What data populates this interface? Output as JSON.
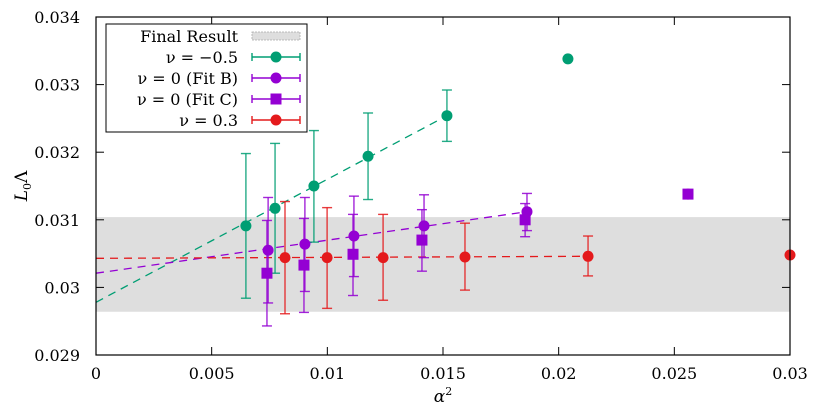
{
  "chart_data": {
    "type": "scatter",
    "title": "",
    "xlabel": "α²",
    "ylabel": "L₀Λ",
    "xlim": [
      0,
      0.03
    ],
    "ylim": [
      0.029,
      0.034
    ],
    "xticks": [
      0,
      0.005,
      0.01,
      0.015,
      0.02,
      0.025,
      0.03
    ],
    "xtick_labels": [
      "0",
      "0.005",
      "0.01",
      "0.015",
      "0.02",
      "0.025",
      "0.03"
    ],
    "yticks": [
      0.029,
      0.03,
      0.031,
      0.032,
      0.033,
      0.034
    ],
    "ytick_labels": [
      "0.029",
      "0.03",
      "0.031",
      "0.032",
      "0.033",
      "0.034"
    ],
    "grid": false,
    "legend_position": "upper left",
    "final_result_band": {
      "label": "Final Result",
      "ymin": 0.02964,
      "ymax": 0.03104,
      "color": "#dedede"
    },
    "series": [
      {
        "name": "ν = −0.5",
        "color": "#009e73",
        "marker": "circle",
        "points": [
          {
            "x": 0.00648,
            "y": 0.03091,
            "yerr_lo": 0.02984,
            "yerr_hi": 0.03198
          },
          {
            "x": 0.00774,
            "y": 0.03117,
            "yerr_lo": 0.03021,
            "yerr_hi": 0.03213
          },
          {
            "x": 0.00942,
            "y": 0.0315,
            "yerr_lo": 0.03067,
            "yerr_hi": 0.03232
          },
          {
            "x": 0.01176,
            "y": 0.03194,
            "yerr_lo": 0.0313,
            "yerr_hi": 0.03258
          },
          {
            "x": 0.01517,
            "y": 0.03254,
            "yerr_lo": 0.03216,
            "yerr_hi": 0.03292
          },
          {
            "x": 0.0204,
            "y": 0.03338,
            "yerr_lo": null,
            "yerr_hi": null
          }
        ],
        "fit": {
          "x0": 0,
          "y0": 0.02978,
          "x1": 0.01517,
          "y1": 0.03254
        }
      },
      {
        "name": "ν = 0 (Fit B)",
        "color": "#9400d3",
        "marker": "circle",
        "points": [
          {
            "x": 0.00744,
            "y": 0.03055,
            "yerr_lo": 0.02977,
            "yerr_hi": 0.03133
          },
          {
            "x": 0.00903,
            "y": 0.03064,
            "yerr_lo": 0.02994,
            "yerr_hi": 0.03133
          },
          {
            "x": 0.01115,
            "y": 0.03076,
            "yerr_lo": 0.03016,
            "yerr_hi": 0.03135
          },
          {
            "x": 0.01418,
            "y": 0.03091,
            "yerr_lo": 0.03044,
            "yerr_hi": 0.03137
          },
          {
            "x": 0.01863,
            "y": 0.03112,
            "yerr_lo": 0.03084,
            "yerr_hi": 0.03139
          },
          {
            "x": 0.02559,
            "y": 0.03138,
            "yerr_lo": null,
            "yerr_hi": null
          }
        ],
        "fit": {
          "x0": 0,
          "y0": 0.03021,
          "x1": 0.01863,
          "y1": 0.03112
        }
      },
      {
        "name": "ν = 0 (Fit C)",
        "color": "#9400d3",
        "marker": "square",
        "points": [
          {
            "x": 0.00739,
            "y": 0.03021,
            "yerr_lo": 0.02943,
            "yerr_hi": 0.03099
          },
          {
            "x": 0.00899,
            "y": 0.03033,
            "yerr_lo": 0.02963,
            "yerr_hi": 0.03102
          },
          {
            "x": 0.01111,
            "y": 0.03049,
            "yerr_lo": 0.02988,
            "yerr_hi": 0.03108
          },
          {
            "x": 0.01409,
            "y": 0.0307,
            "yerr_lo": 0.03024,
            "yerr_hi": 0.03115
          },
          {
            "x": 0.01855,
            "y": 0.031,
            "yerr_lo": 0.03075,
            "yerr_hi": 0.03124
          },
          {
            "x": 0.02559,
            "y": 0.03138,
            "yerr_lo": null,
            "yerr_hi": null
          }
        ]
      },
      {
        "name": "ν = 0.3",
        "color": "#e41a1c",
        "marker": "circle",
        "points": [
          {
            "x": 0.00817,
            "y": 0.03044,
            "yerr_lo": 0.02961,
            "yerr_hi": 0.03127
          },
          {
            "x": 0.00999,
            "y": 0.03044,
            "yerr_lo": 0.02969,
            "yerr_hi": 0.03118
          },
          {
            "x": 0.01241,
            "y": 0.03044,
            "yerr_lo": 0.02981,
            "yerr_hi": 0.03108
          },
          {
            "x": 0.01595,
            "y": 0.03045,
            "yerr_lo": 0.02996,
            "yerr_hi": 0.03095
          },
          {
            "x": 0.02127,
            "y": 0.03046,
            "yerr_lo": 0.03017,
            "yerr_hi": 0.03076
          },
          {
            "x": 0.03,
            "y": 0.03048,
            "yerr_lo": null,
            "yerr_hi": null
          }
        ],
        "fit": {
          "x0": 0,
          "y0": 0.03043,
          "x1": 0.02127,
          "y1": 0.03046
        }
      }
    ]
  },
  "legend": {
    "items": [
      {
        "label": "Final Result",
        "kind": "band"
      },
      {
        "label": "ν = −0.5",
        "kind": "series",
        "series_index": 0
      },
      {
        "label": "ν = 0 (Fit B)",
        "kind": "series",
        "series_index": 1
      },
      {
        "label": "ν = 0 (Fit C)",
        "kind": "series",
        "series_index": 2
      },
      {
        "label": "ν = 0.3",
        "kind": "series",
        "series_index": 3
      }
    ]
  },
  "axes": {
    "xlabel_base": "α",
    "xlabel_sup": "2",
    "ylabel_base": "L",
    "ylabel_sub": "0",
    "ylabel_tail": "Λ"
  }
}
